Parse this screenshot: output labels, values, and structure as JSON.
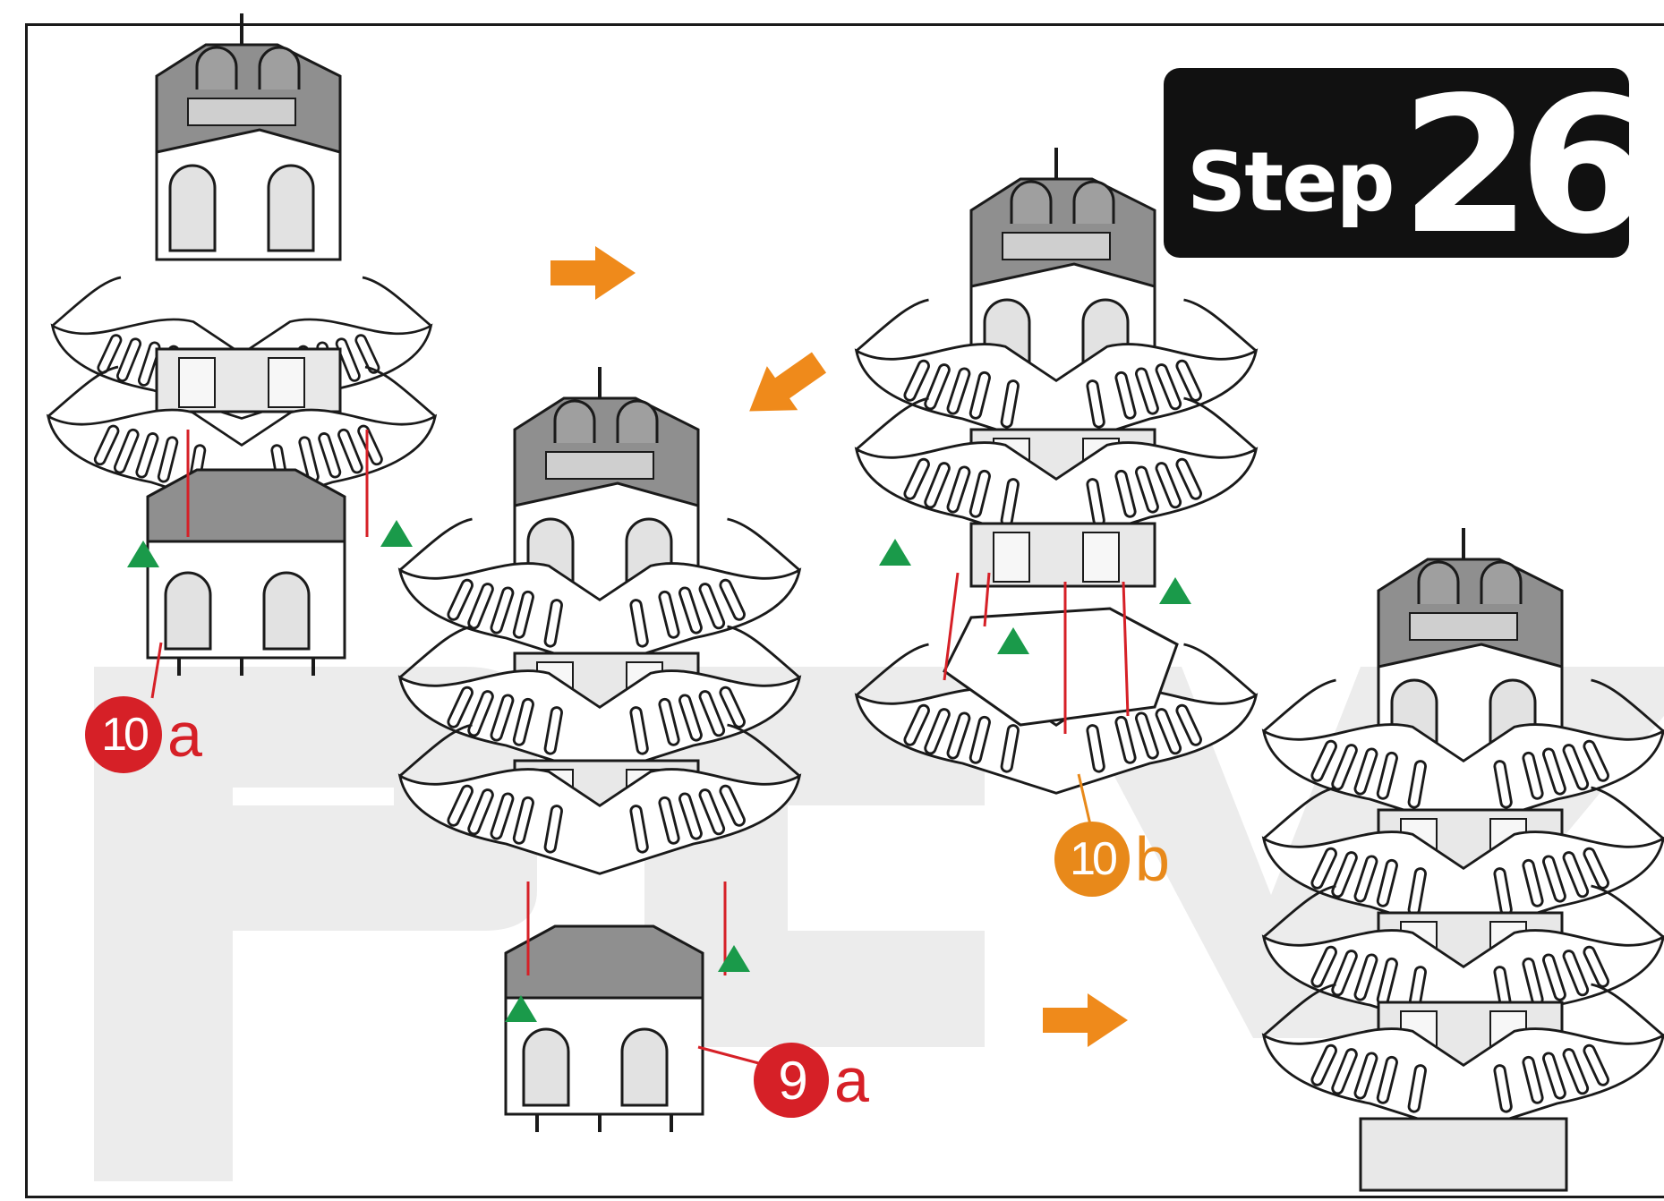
{
  "header": {
    "step_word": "Step",
    "step_number": "26"
  },
  "labels": {
    "part_10a": {
      "number": "10",
      "letter": "a"
    },
    "part_10b": {
      "number": "10",
      "letter": "b"
    },
    "part_9a": {
      "number": "9",
      "letter": "a"
    }
  },
  "colors": {
    "outline": "#1a1a1a",
    "wall_gray": "#8c8c8c",
    "roof_fill": "#ffffff",
    "label_red": "#d62027",
    "label_orange": "#e8891a",
    "arrow_orange": "#ef8a1b",
    "marker_green": "#1a9a4a",
    "guide_red": "#d62027",
    "badge_bg": "#111111",
    "watermark": "#e6e6e6"
  },
  "icons": [
    "arrow-right-icon",
    "arrow-down-left-icon",
    "triangle-marker-icon"
  ]
}
